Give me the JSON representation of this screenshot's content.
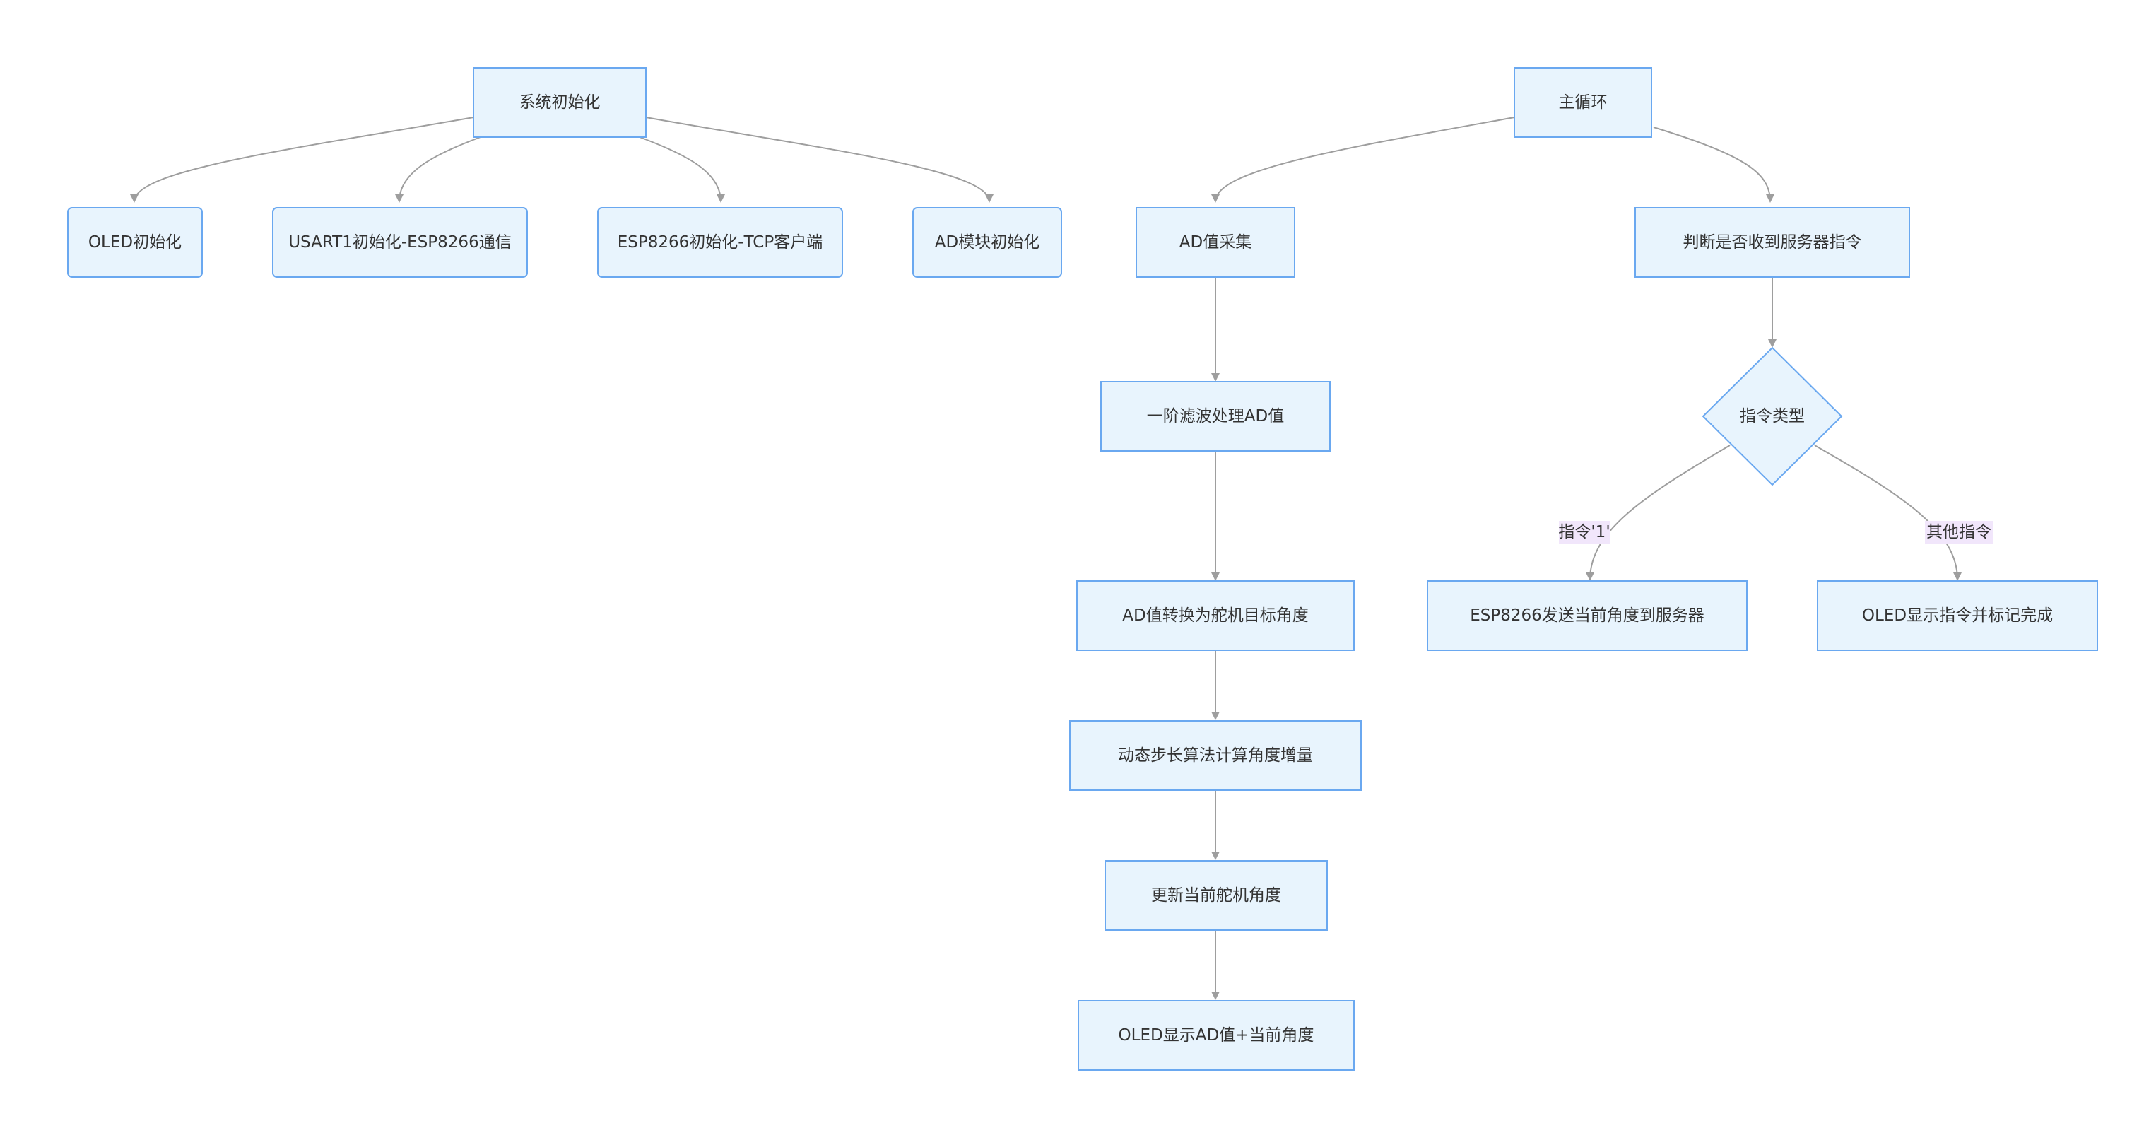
{
  "diagram": {
    "type": "flowchart",
    "colors": {
      "node_fill": "#e8f4fd",
      "node_stroke": "#6aa8f0",
      "edge": "#9e9e9e",
      "edge_label_bg": "#f1e6fb",
      "text": "#333333"
    },
    "nodes": {
      "sys_init": "系统初始化",
      "oled_init": "OLED初始化",
      "usart_init": "USART1初始化-ESP8266通信",
      "esp_init": "ESP8266初始化-TCP客户端",
      "ad_init": "AD模块初始化",
      "main_loop": "主循环",
      "ad_sample": "AD值采集",
      "filter": "一阶滤波处理AD值",
      "convert": "AD值转换为舵机目标角度",
      "dyn_step": "动态步长算法计算角度增量",
      "update": "更新当前舵机角度",
      "oled_show": "OLED显示AD值+当前角度",
      "check_cmd": "判断是否收到服务器指令",
      "cmd_type": "指令类型",
      "esp_send": "ESP8266发送当前角度到服务器",
      "oled_cmd": "OLED显示指令并标记完成"
    },
    "edge_labels": {
      "cmd1": "指令'1'",
      "other": "其他指令"
    }
  }
}
